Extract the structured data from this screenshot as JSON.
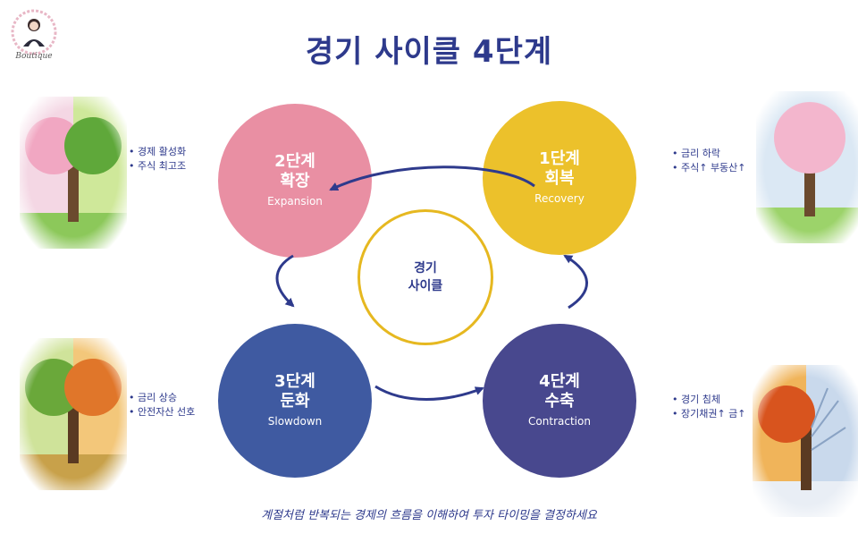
{
  "brand": {
    "logo_text": "Boutique"
  },
  "title": "경기 사이클 4단계",
  "center": {
    "line1": "경기",
    "line2": "사이클"
  },
  "stages": {
    "recovery": {
      "step": "1단계",
      "name": "회복",
      "english": "Recovery",
      "notes": [
        "• 금리 하락",
        "• 주식↑ 부동산↑"
      ],
      "color": "#ecc12b"
    },
    "expansion": {
      "step": "2단계",
      "name": "확장",
      "english": "Expansion",
      "notes": [
        "• 경제 활성화",
        "• 주식 최고조"
      ],
      "color": "#e98fa3"
    },
    "slowdown": {
      "step": "3단계",
      "name": "둔화",
      "english": "Slowdown",
      "notes": [
        "• 금리 상승",
        "• 안전자산 선호"
      ],
      "color": "#3f5aa1"
    },
    "contraction": {
      "step": "4단계",
      "name": "수축",
      "english": "Contraction",
      "notes": [
        "• 경기 침체",
        "• 장기채권↑ 금↑"
      ],
      "color": "#48488e"
    }
  },
  "caption": "계절처럼 반복되는 경제의 흐름을 이해하여 투자 타이밍을 결정하세요",
  "images": {
    "tree_left_top": "spring-summer-tree",
    "tree_right_top": "spring-tree",
    "tree_left_bottom": "summer-autumn-tree",
    "tree_right_bottom": "autumn-winter-tree"
  },
  "colors": {
    "title": "#2e3a8c",
    "arrow": "#2e3a8c",
    "center_ring": "#e6b820"
  }
}
